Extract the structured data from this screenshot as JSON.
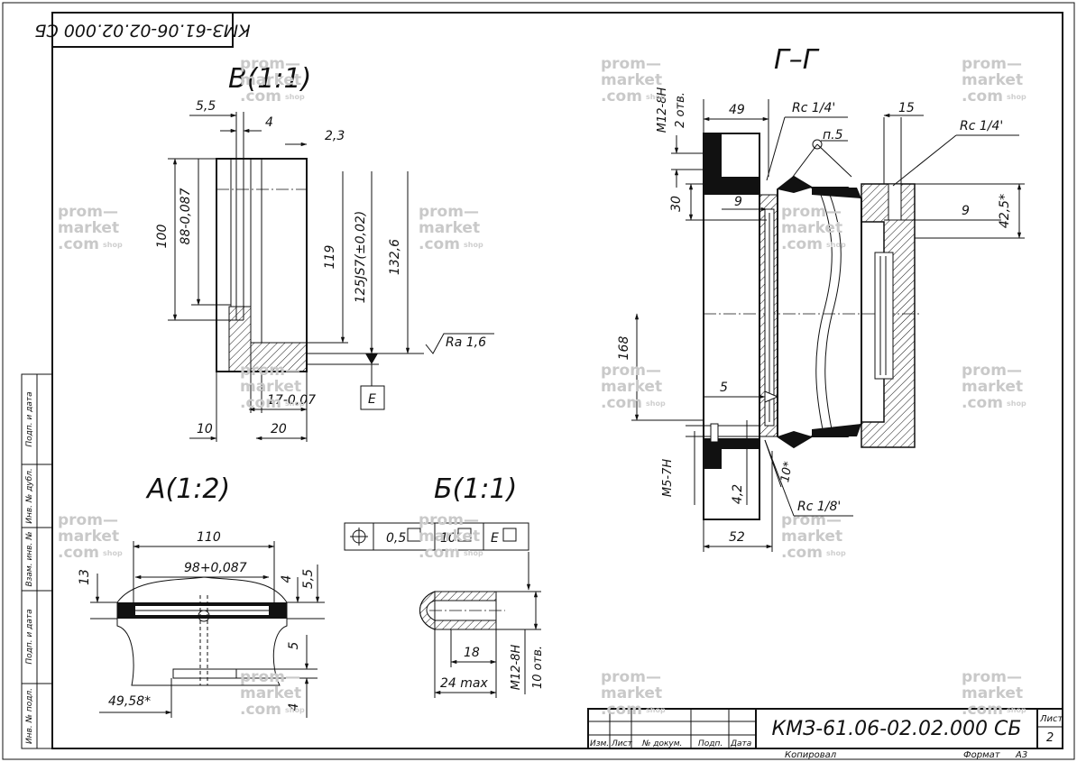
{
  "stamp_top": "КМЗ-61.06-02.02.000 СБ",
  "views": {
    "v": "В(1:1)",
    "g": "Г–Г",
    "a": "А(1:2)",
    "b": "Б(1:1)"
  },
  "dims_v": [
    "5,5",
    "4",
    "2,3",
    "100",
    "88-0,087",
    "119",
    "125JS7(±0,02)",
    "132,6",
    "Ra 1,6",
    "E",
    "17-0,07",
    "10",
    "20"
  ],
  "dims_g": [
    "M12-8H",
    "2 отв.",
    "49",
    "Rc 1/4'",
    "п.5",
    "15",
    "Rc 1/4'",
    "30",
    "9",
    "9",
    "42,5*",
    "168",
    "5",
    "M5-7H",
    "4,2",
    "10*",
    "Rc 1/8'",
    "52"
  ],
  "dims_a": [
    "110",
    "98+0,087",
    "13",
    "4",
    "5,5",
    "5",
    "49,58*",
    "4"
  ],
  "dims_b": [
    "0,5",
    "10'",
    "E",
    "18",
    "24 max",
    "M12-8H",
    "10 отв."
  ],
  "watermark": {
    "line1": "prom—",
    "line2": "market",
    "line3": ".com",
    "sub": "shop"
  },
  "side_stamp": [
    "Инв. № подл.",
    "Подп. и дата",
    "Взам. инв. №",
    "Инв. № дубл.",
    "Подп. и дата"
  ],
  "title_block": {
    "designation": "КМЗ-61.06-02.02.000 СБ",
    "sheet_label": "Лист",
    "sheet_number": "2",
    "columns": [
      "Изм.",
      "Лист",
      "№ докум.",
      "Подп.",
      "Дата"
    ],
    "copied": "Копировал",
    "format_label": "Формат",
    "format_value": "А3"
  }
}
